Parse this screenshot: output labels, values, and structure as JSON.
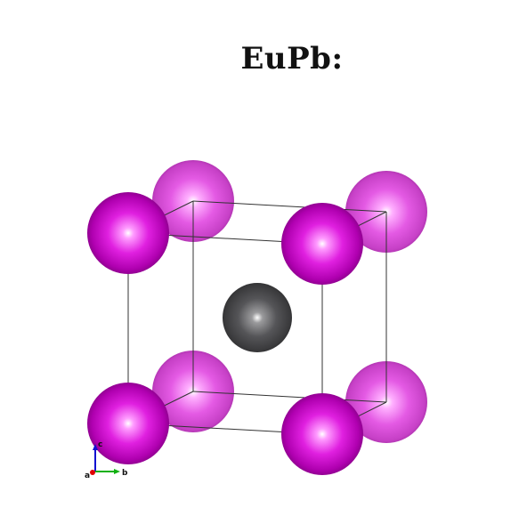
{
  "title": "EuPb:",
  "axes": {
    "a": "a",
    "b": "b",
    "c": "c"
  },
  "atoms": {
    "corner": {
      "element": "Eu",
      "color": "#d21ad2",
      "count": 8
    },
    "center": {
      "element": "Pb",
      "color": "#4a4a4c",
      "count": 1
    }
  },
  "axis_colors": {
    "a": "#e00000",
    "b": "#10b010",
    "c": "#1010d0"
  }
}
